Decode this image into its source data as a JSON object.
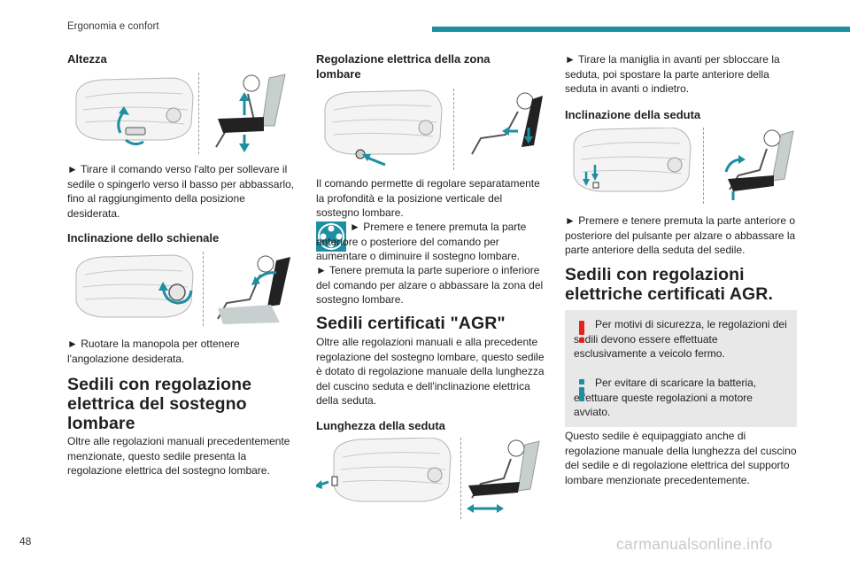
{
  "header": {
    "title": "Ergonomia e confort"
  },
  "page_number": "48",
  "watermark": "carmanualsonline.info",
  "col1": {
    "altezza_title": "Altezza",
    "altezza_text": "► Tirare il comando verso l'alto per sollevare il sedile o spingerlo verso il basso per abbassarlo, fino al raggiungimento della posizione desiderata.",
    "schienale_title": "Inclinazione dello schienale",
    "schienale_text": "► Ruotare la manopola per ottenere l'angolazione desiderata.",
    "lombare_title": "Sedili con regolazione elettrica del sostegno lombare",
    "lombare_text": "Oltre alle regolazioni manuali precedentemente menzionate, questo sedile presenta la regolazione elettrica del sostegno lombare."
  },
  "col2": {
    "zona_title": "Regolazione elettrica della zona lombare",
    "zona_text": "Il comando permette di regolare separatamente la profondità e la posizione verticale del sostegno lombare.",
    "zona_step1": "► Premere e tenere premuta la parte anteriore o posteriore del comando per aumentare o diminuire il sostegno lombare.",
    "zona_step2": "► Tenere premuta la parte superiore o inferiore del comando per alzare o abbassare la zona del sostegno lombare.",
    "agr_title": "Sedili certificati \"AGR\"",
    "agr_text": "Oltre alle regolazioni manuali e alla precedente regolazione del sostegno lombare, questo sedile è dotato di regolazione manuale della lunghezza del cuscino seduta e dell'inclinazione elettrica della seduta.",
    "lunghezza_title": "Lunghezza della seduta"
  },
  "col3": {
    "lunghezza_text": "► Tirare la maniglia in avanti per sbloccare la seduta, poi spostare la parte anteriore della seduta in avanti o indietro.",
    "seduta_title": "Inclinazione della seduta",
    "seduta_text": "► Premere e tenere premuta la parte anteriore o posteriore del pulsante per alzare o abbassare la parte anteriore della seduta del sedile.",
    "agr_elec_title": "Sedili con regolazioni elettriche certificati AGR.",
    "warning_text": "Per motivi di sicurezza, le regolazioni dei sedili devono essere effettuate esclusivamente a veicolo fermo.",
    "info_text": "Per evitare di scaricare la batteria, effettuare queste regolazioni a motore avviato.",
    "final_text": "Questo sedile è equipaggiato anche di regolazione manuale della lunghezza del cuscino del sedile e di regolazione elettrica del supporto lombare menzionate precedentemente."
  },
  "colors": {
    "accent": "#1e8ea1",
    "warning": "#e2231a",
    "note_bg": "#e8e8e8"
  }
}
